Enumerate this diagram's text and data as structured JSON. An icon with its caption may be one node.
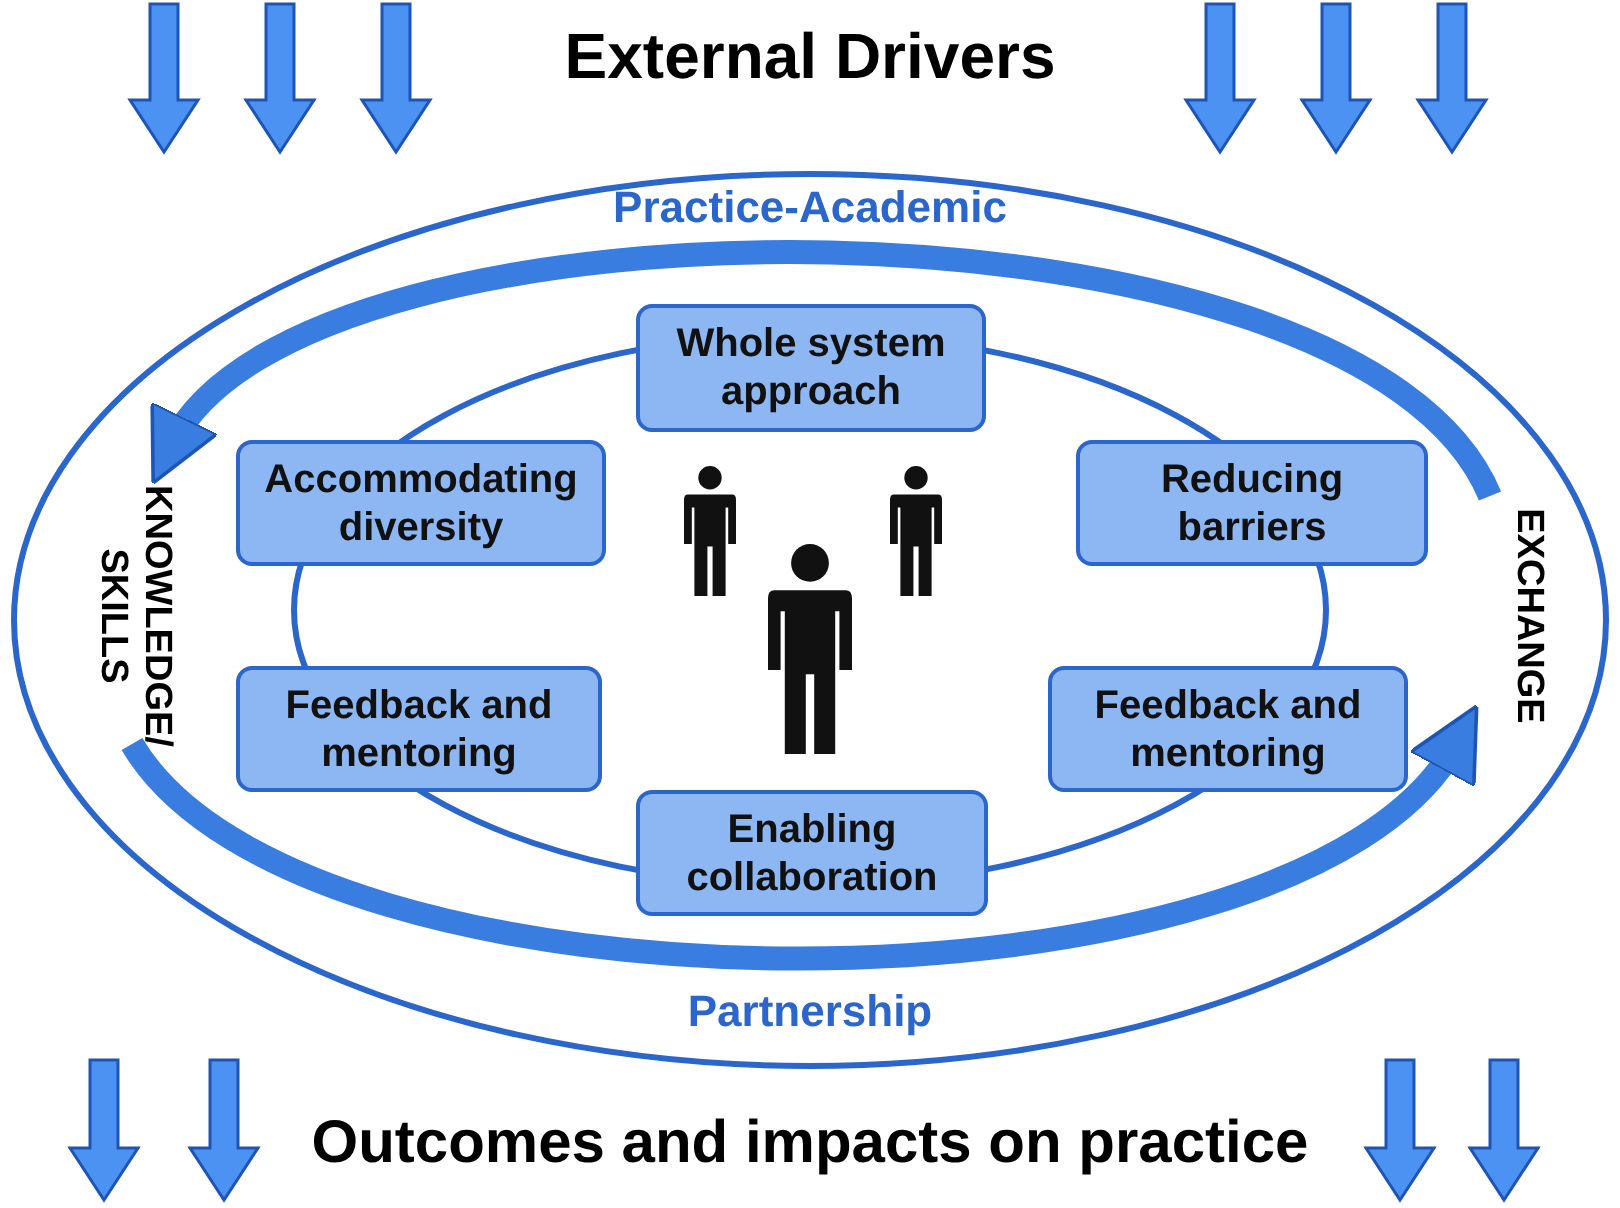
{
  "diagram": {
    "nodes": [
      {
        "text": [
          "Practice-Academic",
          "Partnership"
        ]
      },
      {
        "text": [],
        "shape": "ellipse",
        "in": 0
      },
      {
        "text": [
          "Whole system approach"
        ],
        "in": 0
      },
      {
        "text": [
          "Accommodating diversity"
        ],
        "in": 0
      },
      {
        "text": [
          "Reducing barriers"
        ],
        "in": 0
      },
      {
        "text": [
          "Feedback and mentoring"
        ],
        "in": 0
      },
      {
        "text": [
          "Feedback and mentoring"
        ],
        "in": 0
      },
      {
        "text": [
          "Enabling collaboration"
        ],
        "in": 0
      },
      {
        "text": [
          "KNOWLEDGE/ SKILLS"
        ],
        "in": 0
      },
      {
        "text": [
          "EXCHANGE"
        ],
        "in": 0
      }
    ],
    "edges": [
      {
        "from": 9,
        "to": 8,
        "arrow": "to"
      },
      {
        "from": 8,
        "to": 9,
        "arrow": "to"
      }
    ],
    "labels": [
      "External Drivers",
      "Outcomes and impacts on practice"
    ]
  }
}
